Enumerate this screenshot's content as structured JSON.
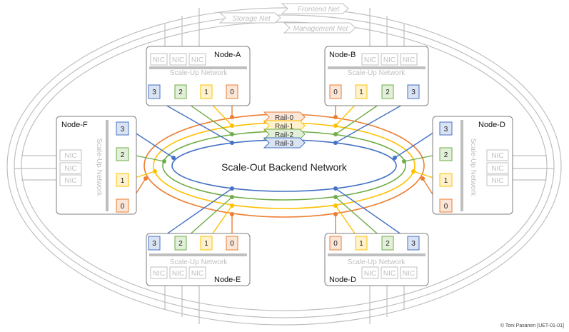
{
  "center_label": "Scale-Out Backend Network",
  "copyright": "© Toni Pasanen [UET-01-01]",
  "mgmt_nets": {
    "frontend": "Frontend Net",
    "storage": "Storage Net",
    "management": "Management Net"
  },
  "rails": [
    {
      "label": "Rail-0",
      "color": "#ED7D31",
      "fill": "#FBE5D6"
    },
    {
      "label": "Rail-1",
      "color": "#FFC000",
      "fill": "#FFF2CC"
    },
    {
      "label": "Rail-2",
      "color": "#70AD47",
      "fill": "#E2F0D9"
    },
    {
      "label": "Rail-3",
      "color": "#4472C4",
      "fill": "#DAE3F3"
    }
  ],
  "scale_up_label": "Scale-Up Network",
  "nic_label": "NIC",
  "nodes": {
    "a": {
      "name": "Node-A",
      "ports": [
        "3",
        "2",
        "1",
        "0"
      ]
    },
    "b": {
      "name": "Node-B",
      "ports": [
        "0",
        "1",
        "2",
        "3"
      ]
    },
    "d": {
      "name": "Node-D",
      "ports": [
        "3",
        "2",
        "1",
        "0"
      ]
    },
    "f": {
      "name": "Node-F",
      "ports": [
        "3",
        "2",
        "1",
        "0"
      ]
    },
    "e": {
      "name": "Node-E",
      "ports": [
        "3",
        "2",
        "1",
        "0"
      ]
    },
    "d2": {
      "name": "Node-D",
      "ports": [
        "0",
        "1",
        "2",
        "3"
      ]
    }
  },
  "colors": {
    "line_gray": "#BFBFBF",
    "box_border": "#7F7F7F",
    "bar_gray": "#BFBFBF",
    "faded_text": "#BFBFBF"
  }
}
